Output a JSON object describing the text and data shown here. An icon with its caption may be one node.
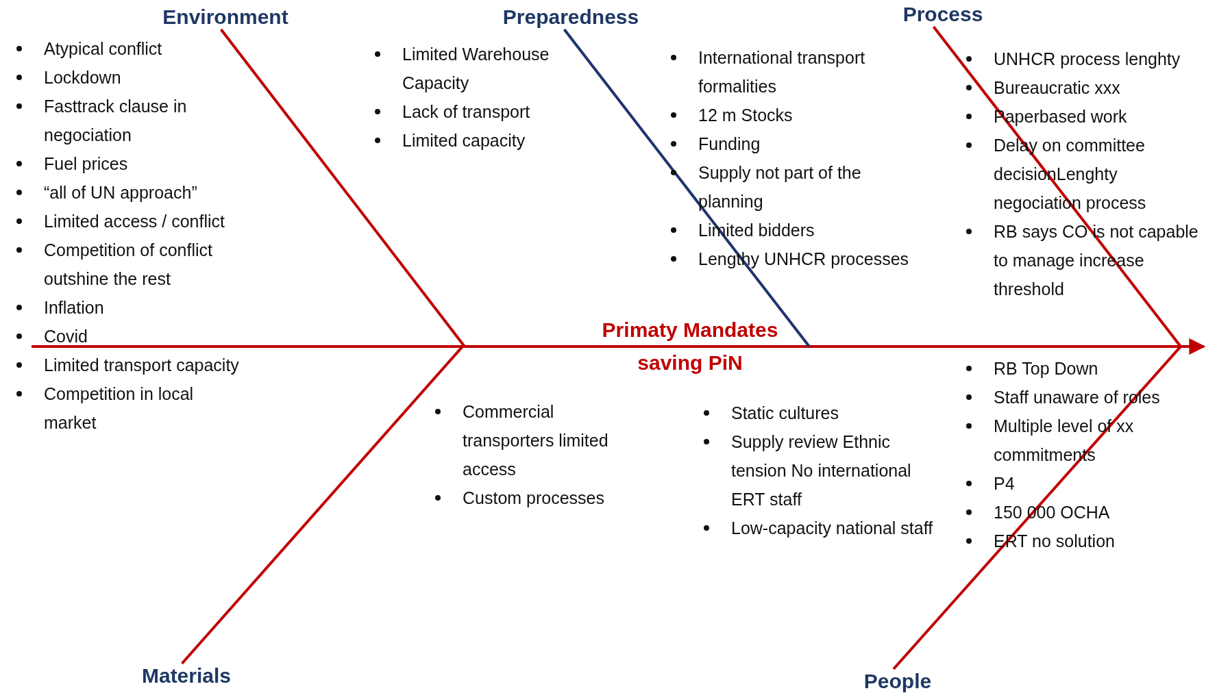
{
  "diagram": {
    "nodes": [
      {
        "text": [
          "Environment"
        ]
      },
      {
        "text": [
          "Preparedness"
        ]
      },
      {
        "text": [
          "Process"
        ]
      },
      {
        "text": [
          "Primaty Mandates saving PiN"
        ]
      },
      {
        "text": [
          "Materials"
        ]
      },
      {
        "text": [
          "People"
        ]
      }
    ],
    "edges": [
      {
        "from": 0,
        "to": null,
        "arrow": "none"
      },
      {
        "from": 1,
        "to": null,
        "arrow": "none",
        "color": "#1f3370"
      },
      {
        "from": 2,
        "to": null,
        "arrow": "none"
      },
      {
        "from": 4,
        "to": null,
        "arrow": "none"
      },
      {
        "from": 5,
        "to": null,
        "arrow": "none"
      }
    ],
    "labels": [
      "Atypical conflict",
      "Lockdown",
      "Fasttrack clause in negociation",
      "Fuel prices",
      "“all of UN approach”",
      "Limited access / conflict",
      "Competition of conflict outshine the rest",
      "Inflation",
      "Covid",
      "Limited transport capacity",
      "Competition in local market",
      "Limited Warehouse Capacity",
      "Lack of transport",
      "Limited capacity",
      "International transport formalities",
      "12 m Stocks",
      "Funding",
      "Supply not part of the planning",
      "Limited bidders",
      "Lengthy UNHCR processes",
      "UNHCR process lenghty",
      "Bureaucratic xxx",
      "Paperbased work",
      "Delay on committee decisionLenghty negociation process",
      "RB says CO is not capable to manage increase threshold",
      "Commercial transporters limited access",
      "Custom processes",
      "Static cultures",
      "Supply review Ethnic tension No international ERT staff",
      "Low-capacity national staff",
      "RB Top Down",
      "Staff unaware of roles",
      "Multiple level of xx commitments",
      "P4",
      "150 000 OCHA",
      "ERT no solution"
    ]
  }
}
